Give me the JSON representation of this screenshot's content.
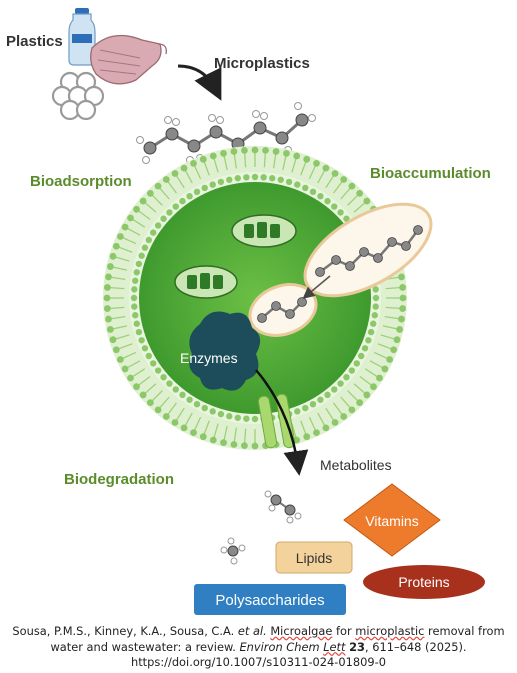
{
  "labels": {
    "plastics": "Plastics",
    "microplastics": "Microplastics",
    "bioadsorption": "Bioadsorption",
    "bioaccumulation": "Bioaccumulation",
    "enzymes": "Enzymes",
    "metabolites": "Metabolites",
    "biodegradation": "Biodegradation",
    "vitamins": "Vitamins",
    "lipids": "Lipids",
    "proteins": "Proteins",
    "polysaccharides": "Polysaccharides"
  },
  "caption": {
    "authors": "Sousa, P.M.S., Kinney, K.A., Sousa, C.A. ",
    "et_al": "et al.",
    "word_microalgae": "Microalgae",
    "text_for": " for ",
    "word_microplastic": "microplastic",
    "title_rest": " removal from water and wastewater: a review. ",
    "journal_a": "Environ Chem ",
    "journal_b": "Lett",
    "space": " ",
    "volume": "23",
    "pages_year": ", 611–648 (2025).",
    "doi": "https://doi.org/10.1007/s10311-024-01809-0"
  },
  "colors": {
    "green_label": "#5b8c2c",
    "cell_dark": "#3f8a2a",
    "cell_mid": "#5cae38",
    "cell_light": "#8fd06a",
    "enzyme": "#1d4d5a",
    "vitamins": "#ee7b2c",
    "lipids": "#f3d39b",
    "proteins": "#a8311e",
    "polysaccharides": "#2f7fc2"
  }
}
